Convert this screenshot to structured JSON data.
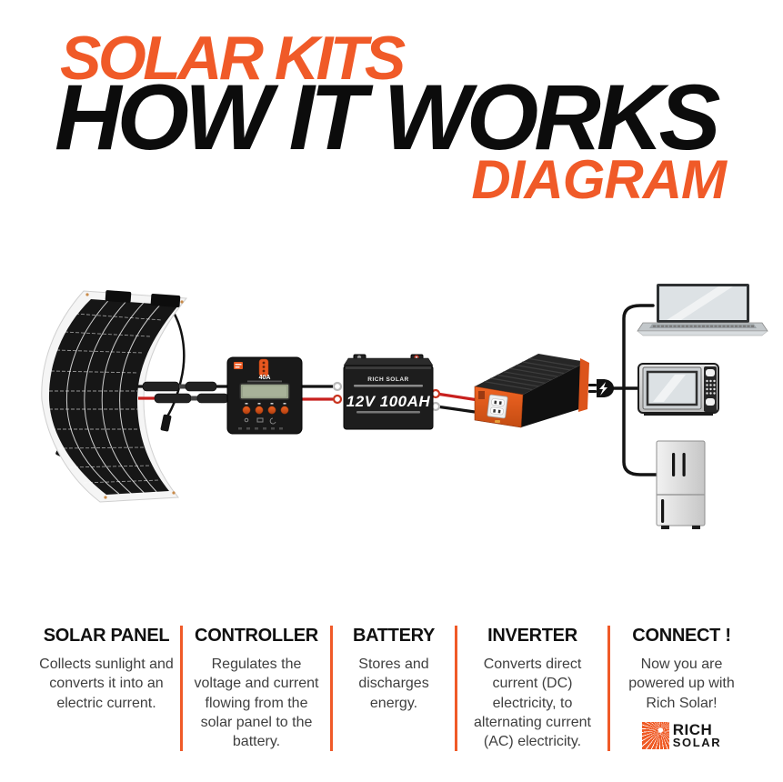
{
  "colors": {
    "accent": "#F05A28",
    "title_ink": "#0c0c0c",
    "body_text": "#3f3f3f",
    "wire_positive": "#C8201E",
    "wire_negative": "#141414"
  },
  "header": {
    "kicker": "SOLAR KITS",
    "title": "HOW IT WORKS",
    "subtitle": "DIAGRAM"
  },
  "diagram": {
    "controller": {
      "rating": "40A"
    },
    "battery": {
      "brand": "RICH SOLAR",
      "label": "12V 100AH"
    }
  },
  "columns": [
    {
      "heading": "SOLAR PANEL",
      "body": "Collects sunlight and converts it into an electric current."
    },
    {
      "heading": "CONTROLLER",
      "body": "Regulates the voltage and current flowing from the solar panel to the battery."
    },
    {
      "heading": "BATTERY",
      "body": "Stores and discharges energy."
    },
    {
      "heading": "INVERTER",
      "body": "Converts direct current (DC) electricity, to alternating current (AC) electricity."
    },
    {
      "heading": "CONNECT !",
      "body": "Now you are powered up with Rich Solar!"
    }
  ],
  "brand_logo": {
    "line1": "RICH",
    "line2": "SOLAR"
  }
}
